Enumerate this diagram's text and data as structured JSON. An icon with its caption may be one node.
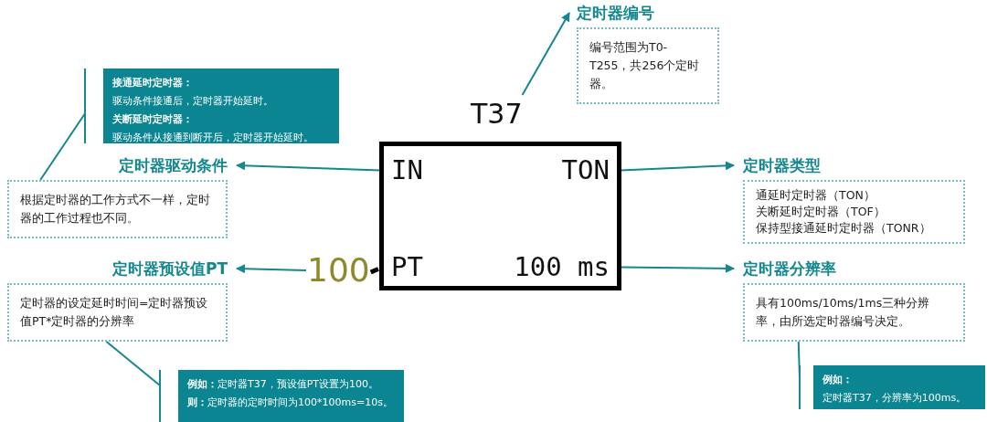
{
  "diagram": {
    "nodes": [
      {
        "text": [
          "T37"
        ]
      },
      {
        "text": [
          "IN"
        ],
        "in": 0
      },
      {
        "text": [
          "TON"
        ],
        "in": 0
      },
      {
        "text": [
          "PT"
        ],
        "in": 0
      },
      {
        "text": [
          "100 ms"
        ],
        "in": 0
      },
      {
        "text": [
          "100"
        ]
      },
      {
        "text": [
          "定时器编号",
          "编号范围为T0-T255，共256个定时器。"
        ]
      },
      {
        "text": [
          "定时器驱动条件",
          "根据定时器的工作方式不一样，定时器的工作过程也不同。"
        ]
      },
      {
        "text": [
          "接通延时定时器：",
          "驱动条件接通后，定时器开始延时。",
          "关断延时定时器：",
          "驱动条件从接通到断开后，定时器开始延时。"
        ]
      },
      {
        "text": [
          "定时器类型",
          "通延时定时器（TON）",
          "关断延时定时器（TOF）",
          "保持型接通延时定时器（TONR）"
        ]
      },
      {
        "text": [
          "定时器预设值PT",
          "定时器的设定延时时间=定时器预设值PT*定时器的分辨率"
        ]
      },
      {
        "text": [
          "**例如：**定时器T37，预设值PT设置为100。",
          "**则：**定时器的定时时间为100*100ms=10s。"
        ]
      },
      {
        "text": [
          "定时器分辨率",
          "具有100ms/10ms/1ms三种分辨率，由所选定时器编号决定。"
        ]
      },
      {
        "text": [
          "例如：",
          "定时器T37，分辨率为100ms。"
        ]
      }
    ],
    "edges": [
      {
        "from": 0,
        "to": 6,
        "arrow": "to"
      },
      {
        "from": 1,
        "to": 7,
        "arrow": "to"
      },
      {
        "from": 2,
        "to": 9,
        "arrow": "to"
      },
      {
        "from": 5,
        "to": 10,
        "arrow": "to"
      },
      {
        "from": 4,
        "to": 12,
        "arrow": "to"
      },
      {
        "from": 5,
        "to": 3,
        "arrow": "none",
        "style": "thick",
        "color": "#000000"
      },
      {
        "from": 7,
        "to": 8,
        "arrow": "none"
      },
      {
        "from": 10,
        "to": 11,
        "arrow": "none"
      },
      {
        "from": 12,
        "to": 13,
        "arrow": "none"
      }
    ]
  }
}
